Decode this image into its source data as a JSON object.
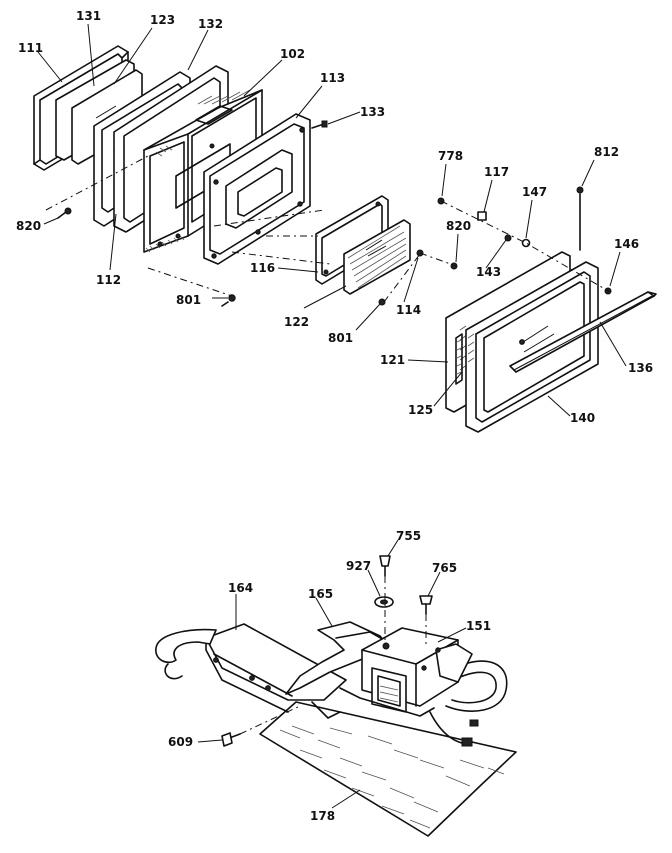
{
  "labels": {
    "p111": "111",
    "p131": "131",
    "p123": "123",
    "p132": "132",
    "p102": "102",
    "p113": "113",
    "p133": "133",
    "p820a": "820",
    "p112": "112",
    "p116": "116",
    "p801a": "801",
    "p122": "122",
    "p801b": "801",
    "p114": "114",
    "p778": "778",
    "p117": "117",
    "p147": "147",
    "p820b": "820",
    "p143": "143",
    "p812": "812",
    "p146": "146",
    "p121": "121",
    "p125": "125",
    "p140": "140",
    "p136": "136",
    "p755": "755",
    "p927": "927",
    "p765": "765",
    "p164": "164",
    "p165": "165",
    "p151": "151",
    "p609": "609",
    "p178": "178"
  }
}
